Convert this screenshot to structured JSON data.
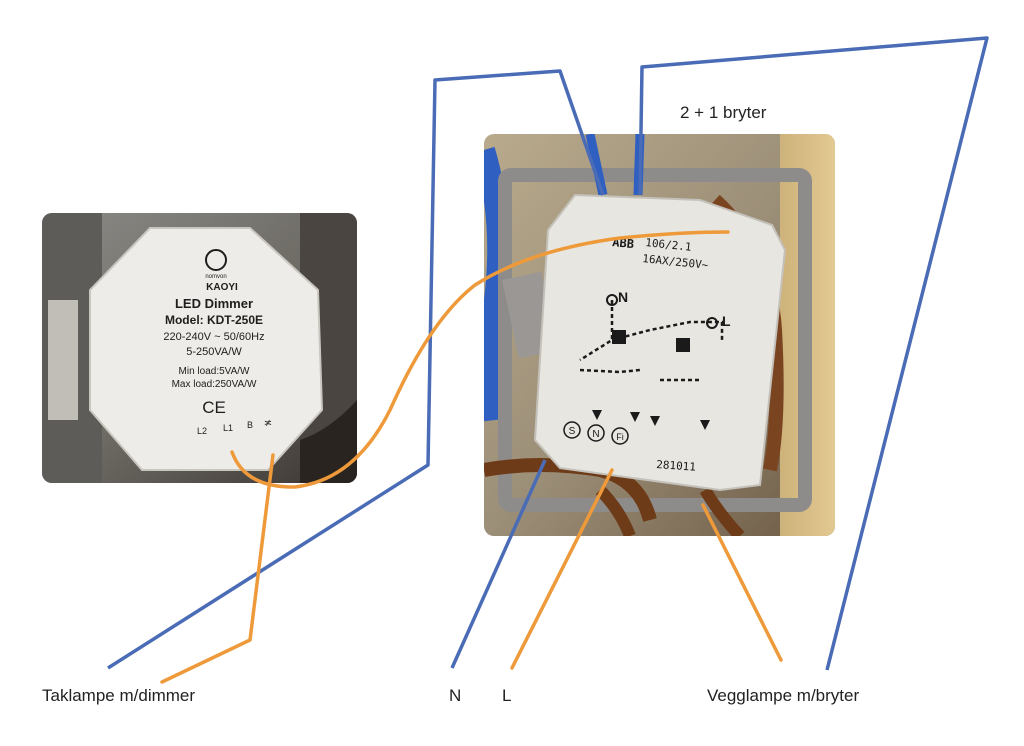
{
  "title": "2 + 1 bryter",
  "labels": {
    "ceiling_lamp": "Taklampe m/dimmer",
    "neutral": "N",
    "live": "L",
    "wall_lamp": "Vegglampe m/bryter"
  },
  "dimmer": {
    "brand_top": "nomvon",
    "brand": "KAOYI",
    "name": "LED Dimmer",
    "model": "Model: KDT-250E",
    "voltage": "220-240V ~ 50/60Hz",
    "range": "5-250VA/W",
    "min_load": "Min load:5VA/W",
    "max_load": "Max load:250VA/W",
    "ce_mark": "CE",
    "terminals": [
      "L2",
      "L1",
      "B",
      "≭"
    ]
  },
  "switch": {
    "brand": "ABB",
    "line1": "106/2.1",
    "line2": "16AX/250V~",
    "terminal_n": "N",
    "terminal_l": "L",
    "circles": [
      "S",
      "N",
      "Fi"
    ],
    "date": "281011"
  },
  "colors": {
    "blue_wire": "#4a6bb5",
    "orange_wire": "#ee9a3a",
    "brown_wire": "#7a4420"
  }
}
